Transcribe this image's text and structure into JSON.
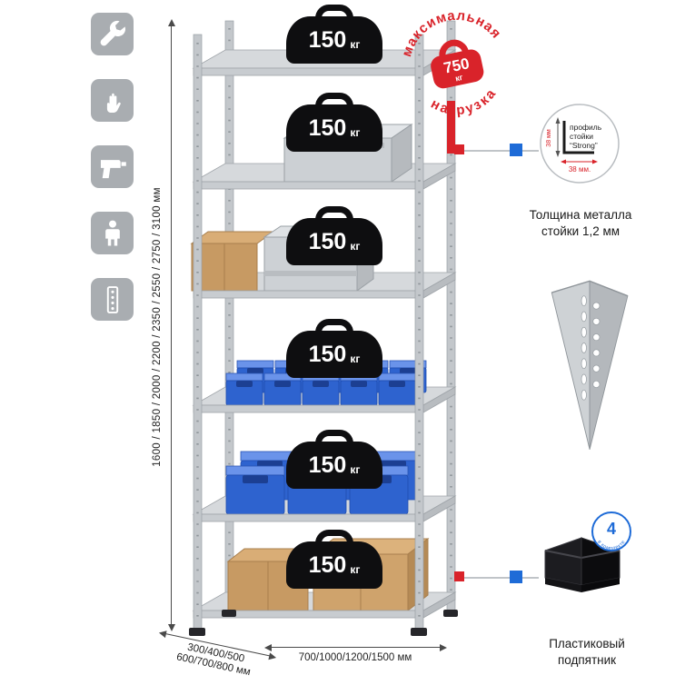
{
  "colors": {
    "accent_red": "#d9232a",
    "accent_blue": "#1e6bd7",
    "metal_gray": "#c6cacd",
    "bin_blue": "#2e63cf"
  },
  "left_icons": [
    {
      "name": "wrench-icon"
    },
    {
      "name": "gloves-icon"
    },
    {
      "name": "drill-icon"
    },
    {
      "name": "person-icon"
    },
    {
      "name": "post-icon"
    }
  ],
  "dimensions": {
    "height_label": "1600 / 1850 / 2000 / 2200 / 2350 / 2550 / 2750 / 3100 мм",
    "depth_line1": "300/400/500",
    "depth_line2": "600/700/800 мм",
    "width_label": "700/1000/1200/1500 мм"
  },
  "shelf_weights": [
    {
      "value": "150",
      "unit": "кг"
    },
    {
      "value": "150",
      "unit": "кг"
    },
    {
      "value": "150",
      "unit": "кг"
    },
    {
      "value": "150",
      "unit": "кг"
    },
    {
      "value": "150",
      "unit": "кг"
    },
    {
      "value": "150",
      "unit": "кг"
    }
  ],
  "stamp": {
    "arc_top": "максимальная",
    "arc_bottom": "нагрузка",
    "value": "750",
    "unit": "кг"
  },
  "profile_callout": {
    "line1": "профиль",
    "line2": "стойки",
    "line3": "“Strong”",
    "vertical_dim": "38 мм",
    "horizontal_dim": "38 мм.",
    "caption_line1": "Толщина металла",
    "caption_line2": "стойки 1,2 мм"
  },
  "foot_callout": {
    "badge_value": "4",
    "badge_label": "в комплекте",
    "caption_line1": "Пластиковый",
    "caption_line2": "подпятник"
  }
}
